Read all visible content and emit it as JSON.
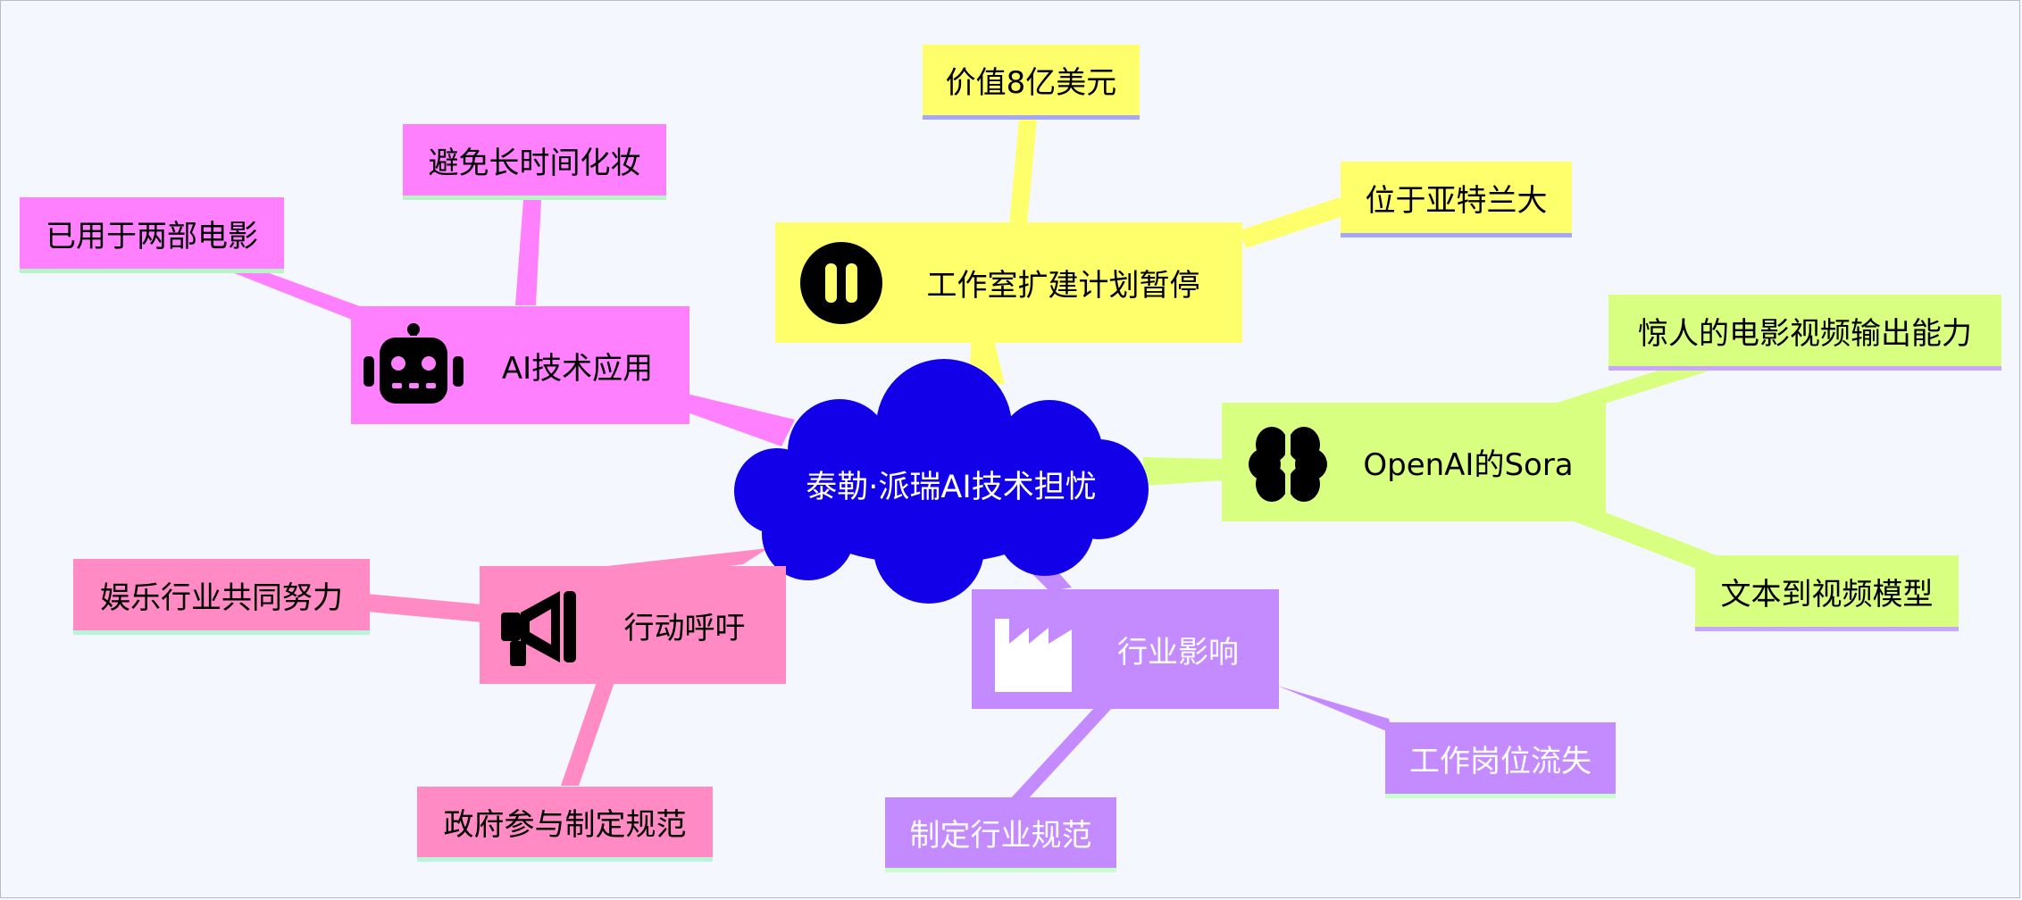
{
  "central": {
    "label": "泰勒·派瑞AI技术担忧",
    "color": "#1200e8"
  },
  "branches": {
    "studio": {
      "label": "工作室扩建计划暂停",
      "icon": "pause-circle-icon",
      "color": "#ffff6b",
      "children": [
        {
          "label": "价值8亿美元",
          "underline": "#a6a6ff"
        },
        {
          "label": "位于亚特兰大",
          "underline": "#a6a6ff"
        }
      ]
    },
    "ai": {
      "label": "AI技术应用",
      "icon": "robot-icon",
      "color": "#ff80ff",
      "children": [
        {
          "label": "避免长时间化妆",
          "underline": "#b8f5c4"
        },
        {
          "label": "已用于两部电影",
          "underline": "#b8f5c4"
        }
      ]
    },
    "sora": {
      "label": "OpenAI的Sora",
      "icon": "brain-icon",
      "color": "#d9ff80",
      "children": [
        {
          "label": "惊人的电影视频输出能力",
          "underline": "#c8a6ff"
        },
        {
          "label": "文本到视频模型",
          "underline": "#c8a6ff"
        }
      ]
    },
    "action": {
      "label": "行动呼吁",
      "icon": "megaphone-icon",
      "color": "#ff8ac4",
      "children": [
        {
          "label": "娱乐行业共同努力",
          "underline": "#b8f5d8"
        },
        {
          "label": "政府参与制定规范",
          "underline": "#b8f5d8"
        }
      ]
    },
    "industry": {
      "label": "行业影响",
      "icon": "factory-icon",
      "color": "#c48aff",
      "children": [
        {
          "label": "工作岗位流失",
          "underline": "#c8ffc8"
        },
        {
          "label": "制定行业规范",
          "underline": "#c8ffc8"
        }
      ]
    }
  }
}
